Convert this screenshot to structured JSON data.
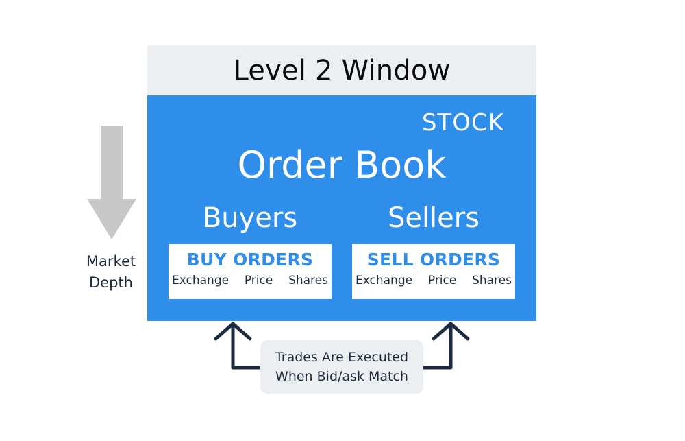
{
  "window": {
    "title": "Level 2 Window"
  },
  "book": {
    "stock_label": "STOCK",
    "title": "Order Book",
    "buyers": {
      "heading": "Buyers",
      "box_title": "BUY ORDERS",
      "columns": [
        "Exchange",
        "Price",
        "Shares"
      ]
    },
    "sellers": {
      "heading": "Sellers",
      "box_title": "SELL ORDERS",
      "columns": [
        "Exchange",
        "Price",
        "Shares"
      ]
    }
  },
  "market_depth": {
    "line1": "Market",
    "line2": "Depth"
  },
  "execution": {
    "line1": "Trades Are Executed",
    "line2": "When Bid/ask Match"
  },
  "colors": {
    "accent_blue": "#2f8ee9",
    "header_gray": "#eceff2",
    "arrow_gray": "#c8c8c8",
    "connector_navy": "#1b2a3e"
  }
}
